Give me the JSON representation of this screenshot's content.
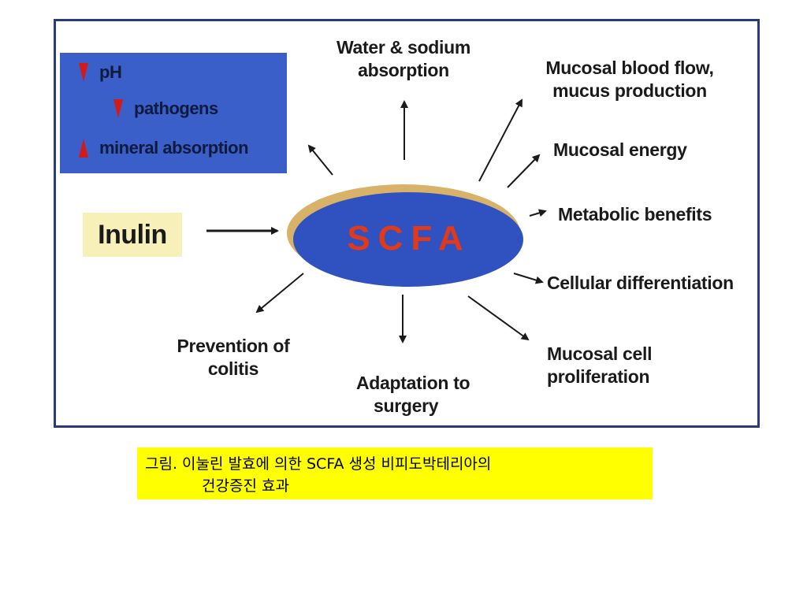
{
  "effects_box": {
    "items": [
      {
        "label": "pH",
        "direction": "down"
      },
      {
        "label": "pathogens",
        "direction": "down"
      },
      {
        "label": "mineral absorption",
        "direction": "up"
      }
    ],
    "background_color": "#3a5fc9",
    "arrow_color": "#d21a1a"
  },
  "inulin": {
    "label": "Inulin",
    "background_color": "#f7f0b8"
  },
  "center": {
    "label": "SCFA",
    "ellipse_color": "#2f52c0",
    "label_color": "#e03a1a"
  },
  "effects": {
    "water_sodium": [
      "Water & sodium",
      "absorption"
    ],
    "blood_flow": [
      "Mucosal blood flow,",
      "mucus production"
    ],
    "mucosal_energy": "Mucosal energy",
    "metabolic": "Metabolic benefits",
    "differentiation": "Cellular differentiation",
    "proliferation": [
      "Mucosal cell",
      "proliferation"
    ],
    "surgery": [
      "Adaptation to",
      "surgery"
    ],
    "colitis": [
      "Prevention of",
      "colitis"
    ]
  },
  "caption": {
    "line1": "그림. 이눌린 발효에 의한 SCFA 생성 비피도박테리아의",
    "line2": "건강증진 효과",
    "background_color": "#ffff00"
  }
}
